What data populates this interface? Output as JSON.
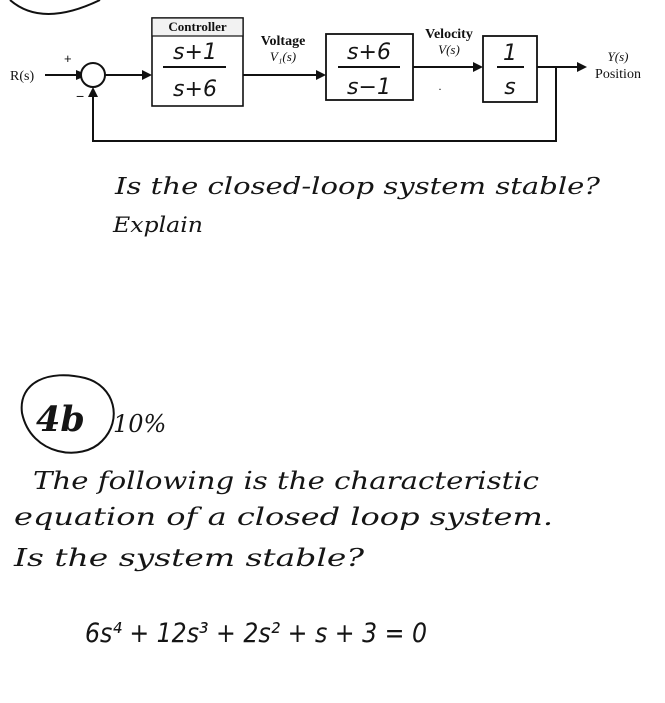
{
  "diagram": {
    "input_label": "R(s)",
    "plus_sign": "+",
    "minus_sign": "−",
    "controller": {
      "header": "Controller",
      "numerator": "s+1",
      "denominator": "s+6"
    },
    "voltage": {
      "label": "Voltage",
      "signal": "V₁(s)"
    },
    "plant": {
      "numerator": "s+6",
      "denominator": "s−1"
    },
    "velocity": {
      "label": "Velocity",
      "signal": "V(s)"
    },
    "integrator": {
      "numerator": "1",
      "denominator": "s"
    },
    "output": {
      "signal": "Y(s)",
      "label": "Position"
    },
    "stroke_color": "#111111"
  },
  "question_a": {
    "line1": "Is the closed-loop system stable?",
    "line2": "Explain"
  },
  "question_b": {
    "number": "4b",
    "points": "10%",
    "line1": "The following is the characteristic",
    "line2": "equation of a closed loop system.",
    "line3": "Is the system stable?",
    "equation": "6s⁴ + 12s³ + 2s² + s + 3 = 0"
  }
}
